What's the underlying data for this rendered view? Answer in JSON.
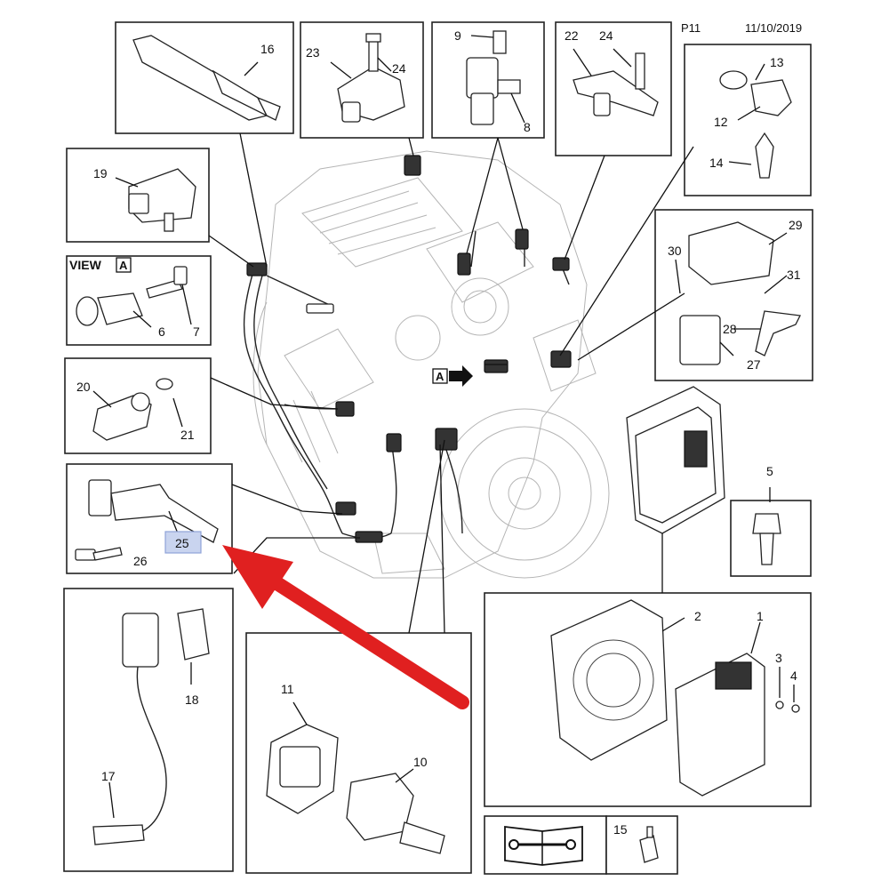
{
  "header": {
    "page_code": "P11",
    "date": "11/10/2019"
  },
  "view_label": {
    "text": "VIEW",
    "letter": "A"
  },
  "view_marker": "A",
  "callouts": {
    "c1": "1",
    "c2": "2",
    "c3": "3",
    "c4": "4",
    "c5": "5",
    "c6": "6",
    "c7": "7",
    "c8": "8",
    "c9": "9",
    "c10": "10",
    "c11": "11",
    "c12": "12",
    "c13": "13",
    "c14": "14",
    "c15": "15",
    "c16": "16",
    "c17": "17",
    "c18": "18",
    "c19": "19",
    "c20": "20",
    "c21": "21",
    "c22": "22",
    "c23": "23",
    "c24a": "24",
    "c24b": "24",
    "c25": "25",
    "c26": "26",
    "c27": "27",
    "c28": "28",
    "c29": "29",
    "c30": "30",
    "c31": "31"
  },
  "colors": {
    "highlight_fill": "#c9d4ef",
    "highlight_stroke": "#8fa3d8",
    "arrow": "#e02020"
  },
  "icons": [
    "manual-book-wrench-icon",
    "red-pointer-arrow-icon"
  ]
}
